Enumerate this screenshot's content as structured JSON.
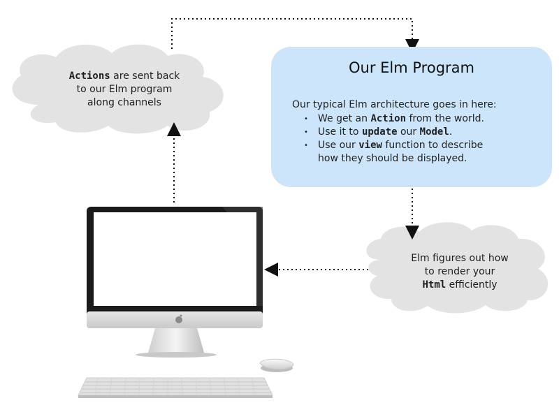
{
  "cloud_left": {
    "line1_code": "Actions",
    "line1_text": " are sent back",
    "line2": "to our Elm program",
    "line3": "along channels"
  },
  "program": {
    "title": "Our Elm Program",
    "intro": "Our typical Elm architecture goes in here:",
    "bullet1": {
      "a": "We get an ",
      "code": "Action",
      "b": " from the world."
    },
    "bullet2": {
      "a": "Use it to ",
      "code1": "update",
      "b": " our ",
      "code2": "Model",
      "c": "."
    },
    "bullet3": {
      "a": "Use our ",
      "code": "view",
      "b": " function to describe",
      "line2": "how they should be displayed."
    }
  },
  "cloud_right": {
    "line1": "Elm figures out how",
    "line2": "to render your",
    "line3_code": "Html",
    "line3_text": " efficiently"
  },
  "colors": {
    "program_box": "#cce5fb",
    "cloud": "#e3e3e3",
    "arrow": "#111111"
  },
  "icons": [
    "desktop-computer-icon",
    "keyboard-icon",
    "mouse-icon",
    "apple-logo-icon"
  ]
}
